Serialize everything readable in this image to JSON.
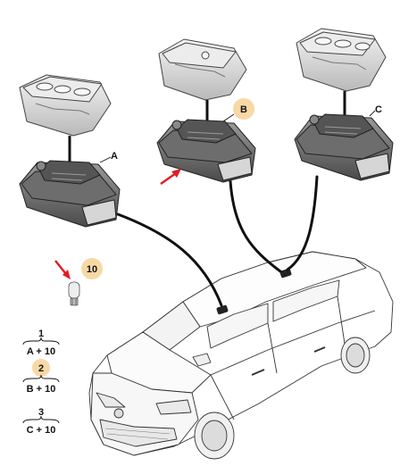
{
  "callouts": {
    "a": "A",
    "b": "B",
    "c": "C",
    "bulb": "10"
  },
  "legend": [
    {
      "number": "1",
      "formula": "A + 10"
    },
    {
      "number": "2",
      "formula": "B + 10"
    },
    {
      "number": "3",
      "formula": "C + 10"
    }
  ],
  "colors": {
    "badge": "#f7d9a6",
    "arrow": "#e31b23",
    "cable": "#111111",
    "housing": "#cfcfcf",
    "lens": "#e4e4e4"
  }
}
